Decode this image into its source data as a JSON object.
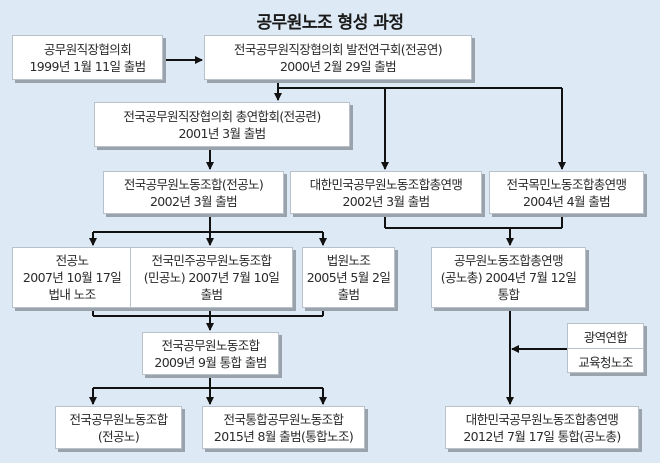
{
  "title": "공무원노조 형성 과정",
  "colors": {
    "background": "#dde9f4",
    "box": "#ffffff",
    "line": "#111111"
  },
  "nodes": {
    "n1": {
      "lines": [
        "공무원직장협의회",
        "1999년 1월 11일 출범"
      ]
    },
    "n2": {
      "lines": [
        "전국공무원직장협의회 발전연구회(전공연)",
        "2000년 2월 29일 출범"
      ]
    },
    "n3": {
      "lines": [
        "전국공무원직장협의회 총연합회(전공련)",
        "2001년 3월 출범"
      ]
    },
    "n4": {
      "lines": [
        "전국공무원노동조합(전공노)",
        "2002년 3월 출범"
      ]
    },
    "n5": {
      "lines": [
        "대한민국공무원노동조합총연맹",
        "2002년 3월 출범"
      ]
    },
    "n6": {
      "lines": [
        "전국목민노동조합총연맹",
        "2004년 4월 출범"
      ]
    },
    "n7": {
      "lines": [
        "전공노",
        "2007년 10월 17일",
        "법내 노조"
      ]
    },
    "n8": {
      "lines": [
        "전국민주공무원노동조합",
        "(민공노) 2007년 7월 10일",
        "출범"
      ]
    },
    "n9": {
      "lines": [
        "법원노조",
        "2005년 5월 2일",
        "출범"
      ]
    },
    "n10": {
      "lines": [
        "공무원노동조합총연맹",
        "(공노총) 2004년 7월 12일",
        "통합"
      ]
    },
    "n11": {
      "lines": [
        "전국공무원노동조합",
        "2009년 9월 통합 출범"
      ]
    },
    "n12": {
      "lines": [
        "광역연합",
        "교육청노조"
      ]
    },
    "n13": {
      "lines": [
        "전국공무원노동조합",
        "(전공노)"
      ]
    },
    "n14": {
      "lines": [
        "전국통합공무원노동조합",
        "2015년 8월 출범(통합노조)"
      ]
    },
    "n15": {
      "lines": [
        "대한민국공무원노동조합총연맹",
        "2012년 7월 17일 통합(공노총)"
      ]
    }
  }
}
